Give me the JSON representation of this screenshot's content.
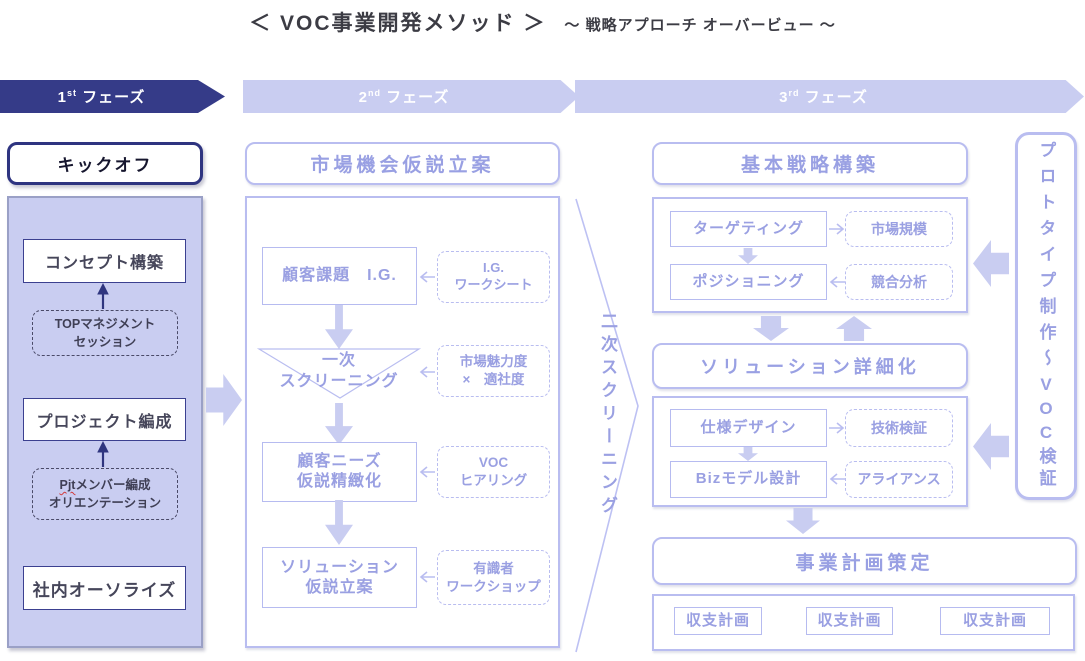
{
  "title": {
    "main": "＜ VOC事業開発メソッド ＞",
    "sub": "～ 戦略アプローチ オーバービュー ～"
  },
  "phases": [
    {
      "num": "1",
      "ord": "st",
      "label": "フェーズ"
    },
    {
      "num": "2",
      "ord": "nd",
      "label": "フェーズ"
    },
    {
      "num": "3",
      "ord": "rd",
      "label": "フェーズ"
    }
  ],
  "phase1": {
    "kickoff": "キックオフ",
    "concept": "コンセプト構築",
    "top_session": [
      "TOPマネジメント",
      "セッション"
    ],
    "project": "プロジェクト編成",
    "pjt_prefix": "Pjt",
    "pjt_rest": "メンバー編成",
    "pjt_line2": "オリエンテーション",
    "authorize": "社内オーソライズ"
  },
  "phase2": {
    "header": "市場機会仮説立案",
    "customer_issue": "顧客課題　I.G.",
    "ig_worksheet": [
      "I.G.",
      "ワークシート"
    ],
    "primary_screening": [
      "一次",
      "スクリーニング"
    ],
    "market_attract": [
      "市場魅力度",
      "×　適社度"
    ],
    "customer_needs": [
      "顧客ニーズ",
      "仮説精緻化"
    ],
    "voc_hearing": [
      "VOC",
      "ヒアリング"
    ],
    "solution_hypo": [
      "ソリューション",
      "仮説立案"
    ],
    "expert_workshop": [
      "有識者",
      "ワークショップ"
    ]
  },
  "divider": {
    "label": "二次スクリーニング"
  },
  "phase3": {
    "header": "基本戦略構築",
    "targeting": "ターゲティング",
    "market_size": "市場規模",
    "positioning": "ポジショニング",
    "competitive": "競合分析",
    "solution_detail": "ソリューション詳細化",
    "spec_design": "仕様デザイン",
    "tech_verify": "技術検証",
    "biz_model": "Bizモデル設計",
    "alliance": "アライアンス",
    "business_plan": "事業計画策定",
    "budget_plans": [
      "収支計画",
      "収支計画",
      "収支計画"
    ]
  },
  "prototype": {
    "part1": "プロトタイプ制作",
    "tilde": "～",
    "part2": "VOC検証"
  },
  "colors": {
    "navy": "#353b88",
    "lavender_fill": "#c9cdf1",
    "lavender_border": "#b9bdf0",
    "lavender_text": "#9aa0e2",
    "dark_text": "#46465a",
    "spellcheck_red": "#d23b3b"
  }
}
